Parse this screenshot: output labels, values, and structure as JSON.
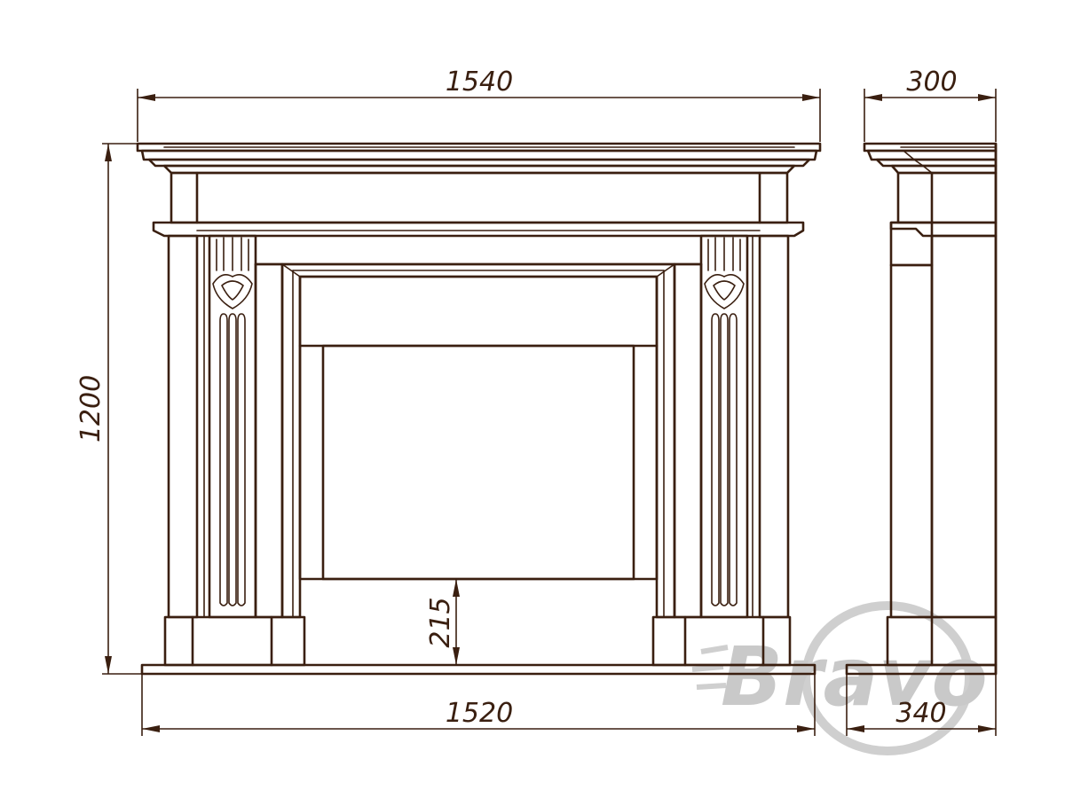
{
  "drawing": {
    "dimensions": {
      "overall_width": "1540",
      "overall_height": "1200",
      "base_width": "1520",
      "opening_floor_height": "215",
      "side_top_depth": "300",
      "side_base_depth": "340"
    }
  },
  "logo": {
    "text": "Bravo",
    "color": "#c9c9c9"
  },
  "colors": {
    "line": "#3a1f10",
    "background": "#ffffff"
  }
}
